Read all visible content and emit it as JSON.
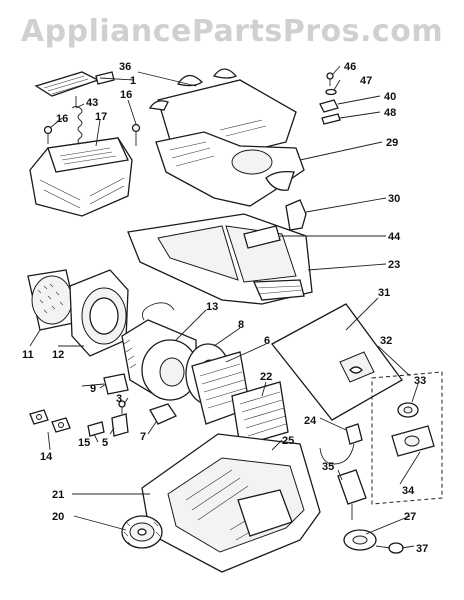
{
  "watermark": "AppliancePartsPros.com",
  "header": {
    "caption_line1": "",
    "caption_line2": ""
  },
  "callouts": {
    "c1": "1",
    "c2": "3",
    "c3": "5",
    "c4": "6",
    "c5": "7",
    "c6": "8",
    "c7": "9",
    "c8": "11",
    "c9": "12",
    "c10": "13",
    "c11": "14",
    "c12": "15",
    "c13": "16",
    "c14": "16",
    "c15": "17",
    "c16": "20",
    "c17": "21",
    "c18": "22",
    "c19": "23",
    "c20": "24",
    "c21": "25",
    "c22": "27",
    "c23": "29",
    "c24": "30",
    "c25": "31",
    "c26": "32",
    "c27": "33",
    "c28": "34",
    "c29": "35",
    "c30": "36",
    "c31": "37",
    "c32": "40",
    "c33": "43",
    "c34": "44",
    "c35": "46",
    "c36": "47",
    "c37": "48"
  }
}
